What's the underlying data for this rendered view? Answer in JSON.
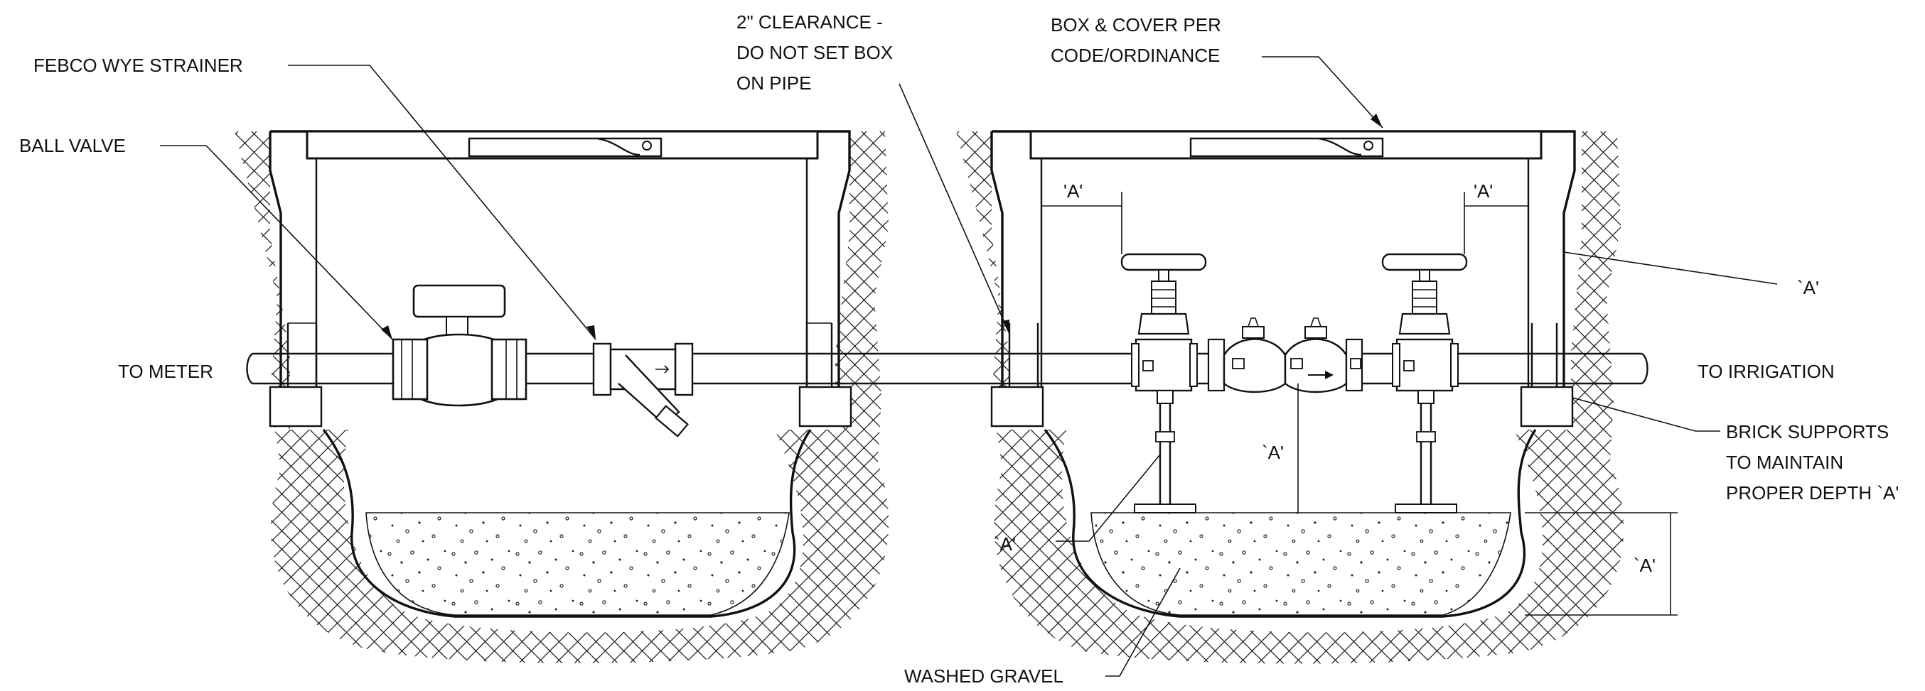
{
  "labels": {
    "febco_wye_strainer": "FEBCO WYE STRAINER",
    "ball_valve": "BALL VALVE",
    "clearance": [
      "2\" CLEARANCE -",
      "DO NOT SET BOX",
      "ON PIPE"
    ],
    "box_cover": [
      "BOX & COVER PER",
      "CODE/ORDINANCE"
    ],
    "to_meter": "TO METER",
    "to_irrigation": "TO IRRIGATION",
    "brick_supports": [
      "BRICK SUPPORTS",
      "TO MAINTAIN",
      "PROPER DEPTH `A'"
    ],
    "washed_gravel": "WASHED GRAVEL"
  },
  "dimension_labels": {
    "a_top_left": "'A'",
    "a_top_right": "'A'",
    "a_right": "`A'",
    "a_mid": "`A'",
    "a_gravel_left": "`A'",
    "a_gravel_right": "`A'"
  }
}
